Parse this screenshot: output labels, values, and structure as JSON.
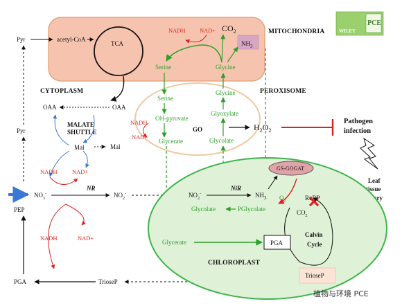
{
  "compartments": {
    "mitochondria": "MITOCHONDRIA",
    "cytoplasm": "CYTOPLASM",
    "peroxisome": "PEROXISOME",
    "chloroplast": "CHLOROPLAST",
    "malate_shuttle_line1": "MALATE",
    "malate_shuttle_line2": "SHUTTLE"
  },
  "mitochondria": {
    "tca": "TCA",
    "acetyl_coa": "acetyl-CoA",
    "nadh": "NADH",
    "nad_plus": "NAD+",
    "co2": "CO",
    "co2_sub": "2",
    "nh3": "NH",
    "nh3_sub": "3",
    "serine": "Serine",
    "glycine": "Glycine"
  },
  "peroxisome": {
    "serine": "Serine",
    "oh_pyruvate": "OH-pyruvate",
    "glycerate": "Glycerate",
    "glycine": "Glycine",
    "glyoxylate": "Glyoxylate",
    "glycolate": "Glycolate",
    "go": "GO",
    "h2o2": "H",
    "h2o2_sub1": "2",
    "h2o2_o": "O",
    "h2o2_sub2": "2",
    "nadh": "NADH",
    "nad_plus": "NAD+"
  },
  "cytoplasm": {
    "pyr_top": "Pyr",
    "pyr_mid": "Pyr",
    "oaa_left": "OAA",
    "oaa_right": "OAA",
    "mal_left": "Mal",
    "mal_right": "Mal",
    "nadh_upper": "NADH",
    "nad_plus_upper": "NAD+",
    "nadh_lower": "NADH",
    "nad_plus_lower": "NAD+",
    "no3": "NO",
    "no3_sub": "3",
    "no3_sup": "-",
    "nr": "NR",
    "no2": "NO",
    "no2_sub": "2",
    "no2_sup": "-",
    "pep": "PEP",
    "pga": "PGA",
    "triosep": "TrioseP"
  },
  "chloroplast": {
    "no2": "NO",
    "no2_sub": "2",
    "no2_sup": "-",
    "nir": "NiR",
    "nh3": "NH",
    "nh3_sub": "3",
    "gs_gogat": "GS-GOGAT",
    "o2": "O",
    "o2_sub": "2",
    "co2": "CO",
    "co2_sub": "2",
    "rubp": "RuBP",
    "glycolate": "Glycolate",
    "pglycolate": "PGlycolate",
    "glycerate": "Glycerate",
    "pga": "PGA",
    "calvin_line1": "Calvin",
    "calvin_line2": "Cycle",
    "triosep": "TrioseP"
  },
  "pathogen": {
    "line1": "Pathogen",
    "line2": "infection",
    "leaf_line1": "Leaf",
    "leaf_line2": "tissue",
    "leaf_line3": "injury"
  },
  "logo": {
    "publisher": "WILEY",
    "initials": "PCE"
  },
  "watermark": "植物与环境 PCE",
  "colors": {
    "mitochondria_fill": "#f6c4ae",
    "mitochondria_stroke": "#e29a73",
    "peroxisome_stroke": "#f0c9a0",
    "chloroplast_fill": "#dff1d6",
    "chloroplast_stroke": "#3cb44a",
    "green": "#2aa02a",
    "red": "#e02020",
    "blue": "#3a78d8",
    "gs_gogat_fill": "#e0a3a8"
  }
}
